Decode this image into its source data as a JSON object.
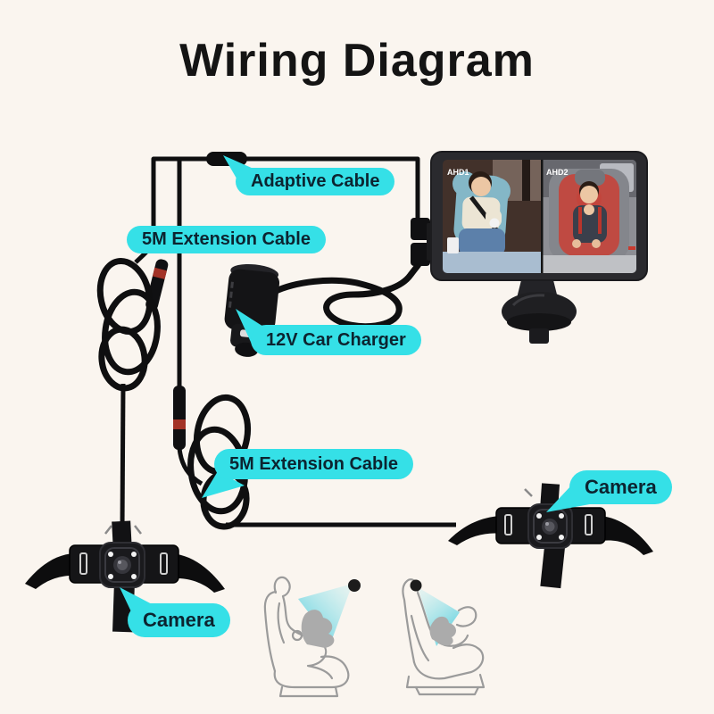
{
  "title": "Wiring Diagram",
  "colors": {
    "accent": "#35E0E7",
    "label_text": "#0C2430",
    "cable": "#0F0F10",
    "background": "#FAF5EF"
  },
  "labels": {
    "adaptive_cable": "Adaptive Cable",
    "extension_cable_top": "5M Extension Cable",
    "car_charger": "12V Car Charger",
    "extension_cable_bottom": "5M Extension Cable",
    "camera_right": "Camera",
    "camera_left": "Camera"
  },
  "monitor": {
    "channel_left_label": "AHD1",
    "channel_right_label": "AHD2"
  }
}
